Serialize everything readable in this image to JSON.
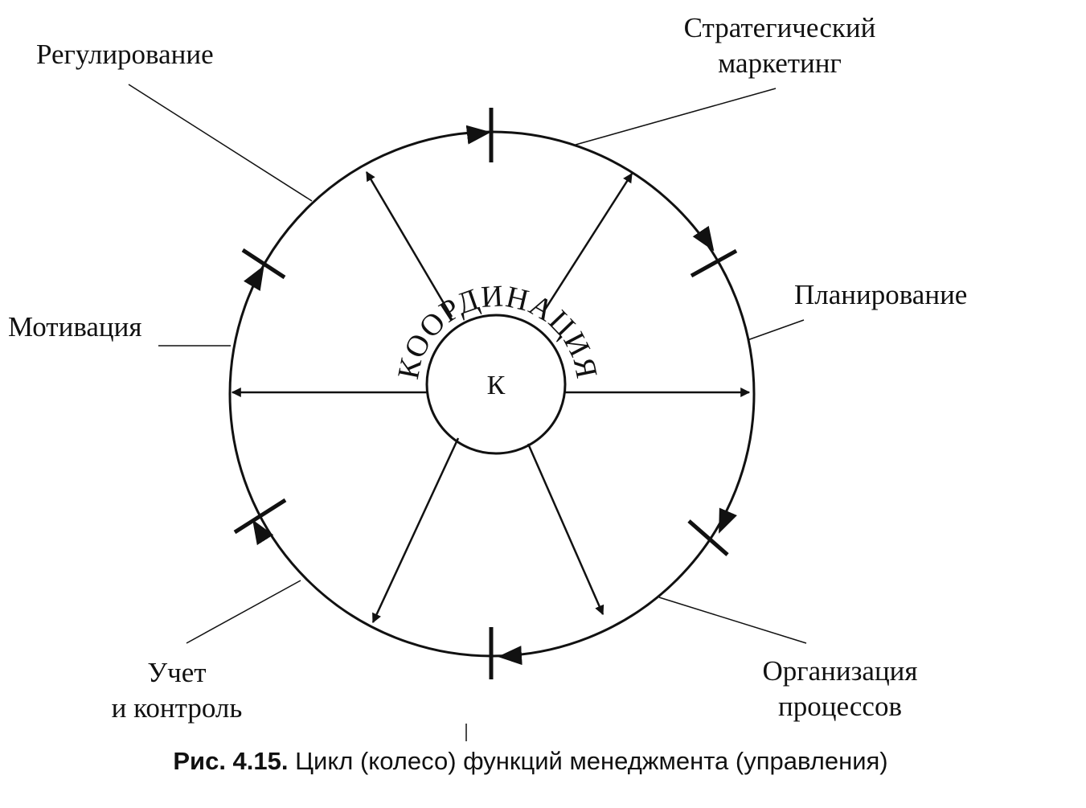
{
  "diagram": {
    "center_letter": "К",
    "arc_word": "КООРДИНАЦИЯ",
    "functions": {
      "strategic": [
        "Стратегический",
        "маркетинг"
      ],
      "planning": "Планирование",
      "organization": [
        "Организация",
        "процессов"
      ],
      "accounting": [
        "Учет",
        "и контроль"
      ],
      "motivation": "Мотивация",
      "regulation": "Регулирование"
    },
    "caption": {
      "number": "Рис. 4.15.",
      "text": "Цикл (колесо) функций менеджмента (управления)"
    }
  }
}
